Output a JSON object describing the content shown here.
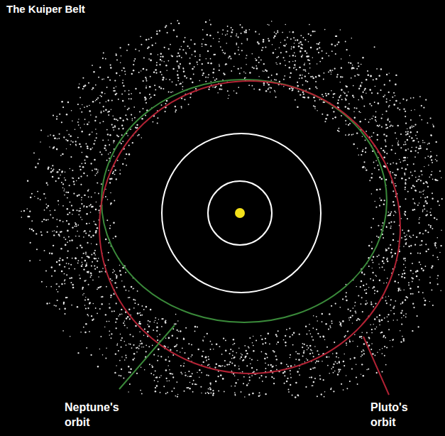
{
  "diagram": {
    "title": "The Kuiper Belt",
    "labels": [
      "Neptune's orbit",
      "Pluto's orbit"
    ]
  }
}
